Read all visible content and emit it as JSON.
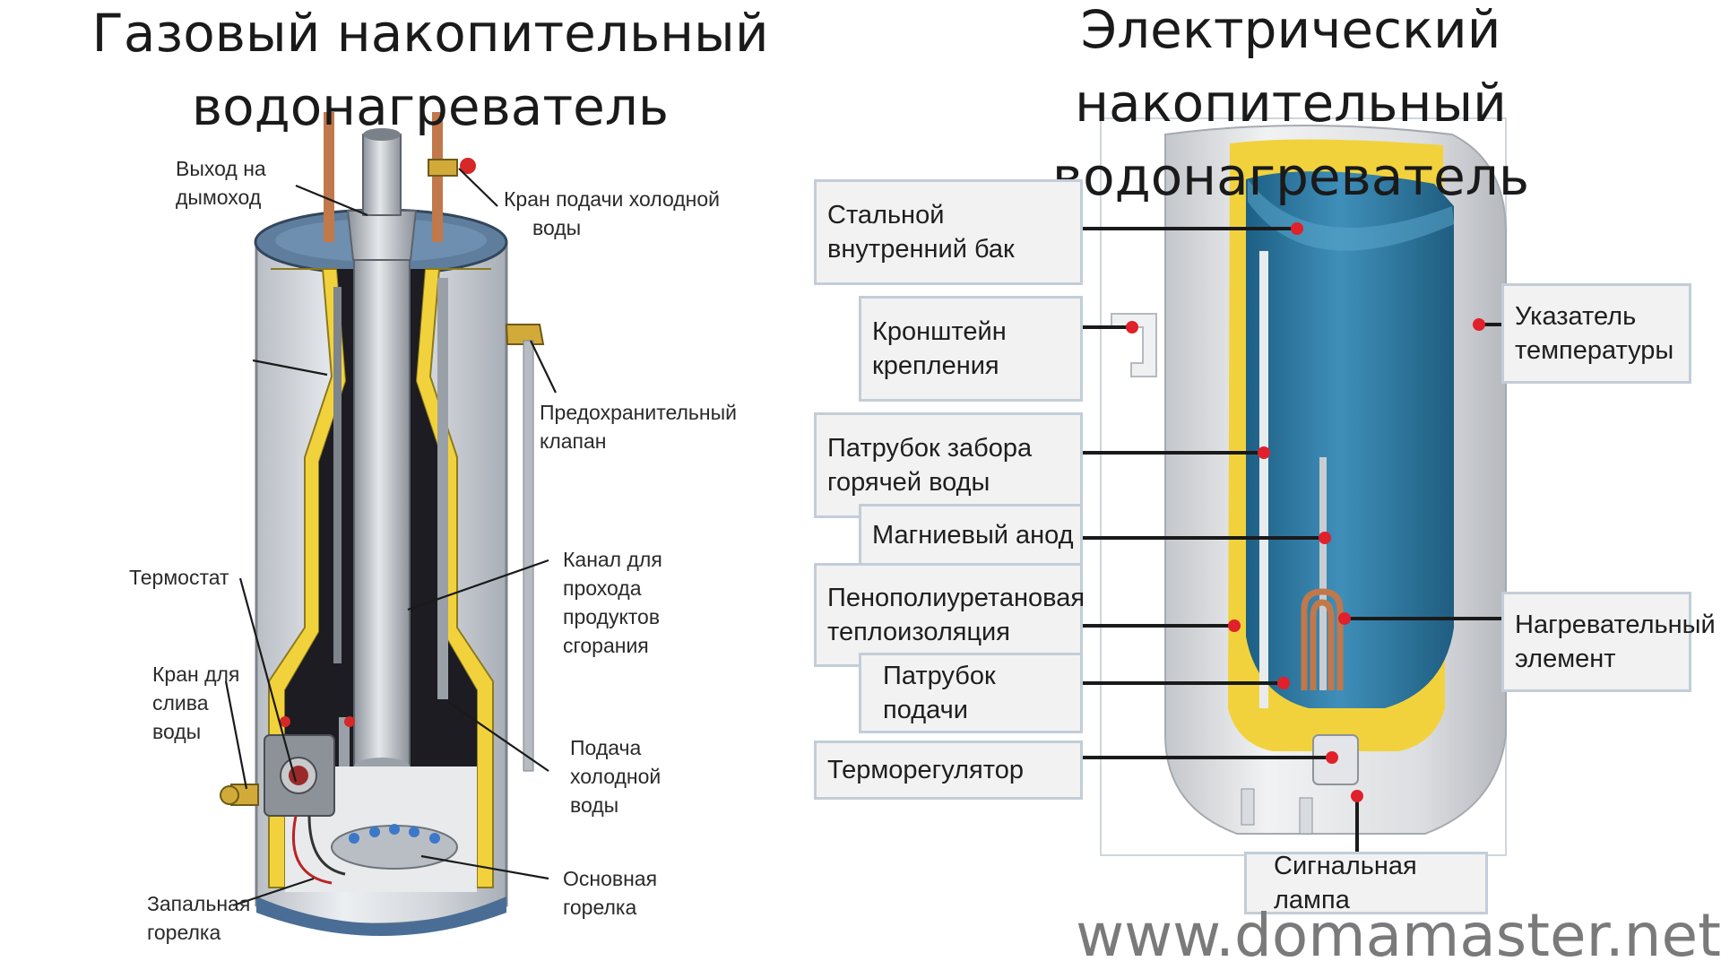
{
  "titles": {
    "gas": [
      "Газовый накопительный",
      "водонагреватель"
    ],
    "electric": [
      "Электрический накопительный",
      "водонагреватель"
    ]
  },
  "gas_labels": {
    "flue_outlet": [
      "Выход на",
      "дымоход"
    ],
    "cold_valve": [
      "Кран подачи холодной",
      "воды"
    ],
    "safety_valve": [
      "Предохранительный",
      "клапан"
    ],
    "thermostat": [
      "Термостат"
    ],
    "exhaust_channel": [
      "Канал для",
      "прохода",
      "продуктов",
      "сгорания"
    ],
    "drain_valve": [
      "Кран для",
      "слива",
      "воды"
    ],
    "cold_supply": [
      "Подача",
      "холодной",
      "воды"
    ],
    "main_burner": [
      "Основная",
      "горелка"
    ],
    "pilot_burner": [
      "Запальная",
      "горелка"
    ]
  },
  "electric_labels": {
    "steel_tank": [
      "Стальной внутренний бак"
    ],
    "bracket": [
      "Кронштейн",
      "крепления"
    ],
    "temp_indicator": [
      "Указатель",
      "температуры"
    ],
    "hot_outlet": [
      "Патрубок забора",
      "горячей воды"
    ],
    "magnesium_anode": [
      "Магниевый анод"
    ],
    "insulation": [
      "Пенополиуретановая",
      "теплоизоляция"
    ],
    "heating_element": [
      "Нагревательный",
      "элемент"
    ],
    "supply_pipe": [
      "Патрубок подачи"
    ],
    "thermoregulator": [
      "Терморегулятор"
    ],
    "signal_lamp": [
      "Сигнальная лампа"
    ]
  },
  "watermark": "www.domamaster.net",
  "colors": {
    "insulation": "#f2d23c",
    "water": "#2f7ea8",
    "shell": "#d9dde2",
    "dark_inner": "#1c1c22",
    "copper": "#c1784a",
    "marker": "#e0202a"
  }
}
